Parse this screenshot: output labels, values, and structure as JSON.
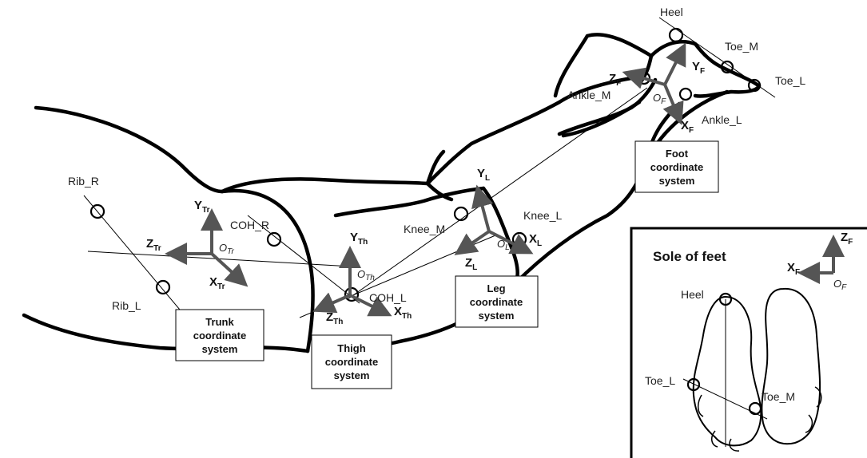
{
  "markers": {
    "heel": "Heel",
    "toe_m": "Toe_M",
    "toe_l": "Toe_L",
    "ankle_m": "Ankle_M",
    "ankle_l": "Ankle_L",
    "knee_m": "Knee_M",
    "knee_l": "Knee_L",
    "coh_r": "COH_R",
    "coh_l": "COH_L",
    "rib_r": "Rib_R",
    "rib_l": "Rib_L"
  },
  "axes": {
    "trunk": {
      "y": "Y",
      "y_sub": "Tr",
      "z": "Z",
      "z_sub": "Tr",
      "x": "X",
      "x_sub": "Tr",
      "origin": "O",
      "origin_sub": "Tr"
    },
    "thigh": {
      "y": "Y",
      "y_sub": "Th",
      "z": "Z",
      "z_sub": "Th",
      "x": "X",
      "x_sub": "Th",
      "origin": "O",
      "origin_sub": "Th"
    },
    "leg": {
      "y": "Y",
      "y_sub": "L",
      "z": "Z",
      "z_sub": "L",
      "x": "X",
      "x_sub": "L",
      "origin": "O",
      "origin_sub": "L"
    },
    "foot": {
      "y": "Y",
      "y_sub": "F",
      "z": "Z",
      "z_sub": "F",
      "x": "X",
      "x_sub": "F",
      "origin": "O",
      "origin_sub": "F"
    }
  },
  "boxes": {
    "trunk": [
      "Trunk",
      "coordinate",
      "system"
    ],
    "thigh": [
      "Thigh",
      "coordinate",
      "system"
    ],
    "leg": [
      "Leg",
      "coordinate",
      "system"
    ],
    "foot": [
      "Foot",
      "coordinate",
      "system"
    ]
  },
  "inset": {
    "title": "Sole of feet",
    "heel": "Heel",
    "toe_l": "Toe_L",
    "toe_m": "Toe_M",
    "z": "Z",
    "z_sub": "F",
    "x": "X",
    "x_sub": "F",
    "origin": "O",
    "origin_sub": "F"
  },
  "colors": {
    "outline": "#000000",
    "arrow": "#555555"
  }
}
